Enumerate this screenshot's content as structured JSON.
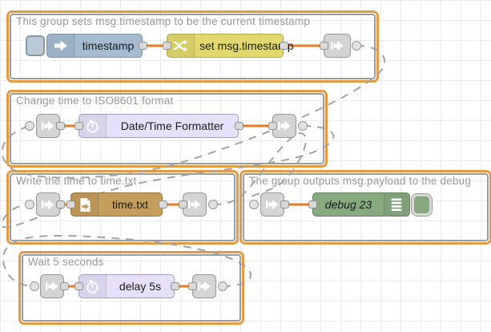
{
  "canvas": {
    "grid_size": 25
  },
  "colors": {
    "group_border": "#e49a43",
    "group_inner_border": "#9c9c9c",
    "group_label": "#9a9a9a",
    "wire": "#e87c25",
    "link_wire": "#a3a3a3",
    "inject": "#a6bbcf",
    "change": "#e2d96e",
    "datetime": "#e6e0f8",
    "delay": "#e6e0f8",
    "file": "#c49e5c",
    "debug": "#87a980",
    "link_node": "#d4d4d4"
  },
  "groups": {
    "g1": {
      "label": "This group sets msg.timestamp to be the current timestamp"
    },
    "g2": {
      "label": "Change time to ISO8601 format"
    },
    "g3": {
      "label": "Write the time to time.txt"
    },
    "g4": {
      "label": "The group outputs msg.payload to the debug"
    },
    "g5": {
      "label": "Wait 5 seconds"
    }
  },
  "nodes": {
    "inject": {
      "label": "timestamp",
      "type": "inject",
      "icon": "inject-arrow-icon"
    },
    "change": {
      "label": "set msg.timestamp",
      "type": "change",
      "icon": "shuffle-icon"
    },
    "datetime": {
      "label": "Date/Time Formatter",
      "type": "datetime",
      "icon": "timer-icon"
    },
    "file": {
      "label": "time.txt",
      "type": "file",
      "icon": "file-out-icon"
    },
    "debug": {
      "label": "debug 23",
      "type": "debug",
      "icon": "debug-list-icon",
      "toggle_enabled": true
    },
    "delay": {
      "label": "delay 5s",
      "type": "delay",
      "icon": "timer-icon"
    }
  },
  "links": [
    {
      "from": "group1 link-out",
      "to": "group2 link-in"
    },
    {
      "from": "group2 link-out",
      "to": "group3 link-in"
    },
    {
      "from": "group3 link-out",
      "to": "group4 link-in"
    },
    {
      "from": "group5 link-out",
      "to": "group5 link-in"
    }
  ]
}
